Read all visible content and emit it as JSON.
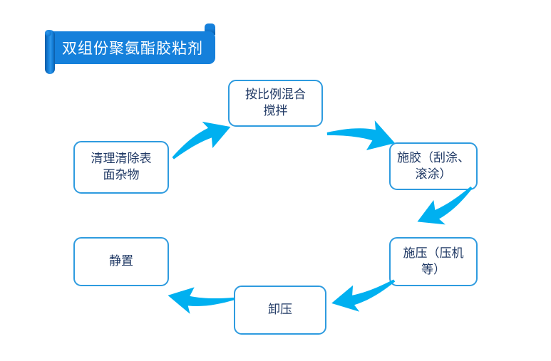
{
  "title_banner": {
    "label": "双组份聚氨酯胶粘剂"
  },
  "flow": {
    "nodes": [
      {
        "id": "mix",
        "label": "按比例混合\n搅拌"
      },
      {
        "id": "glue",
        "label": "施胶（刮涂、\n滚涂）"
      },
      {
        "id": "press",
        "label": "施压（压机\n等）"
      },
      {
        "id": "release",
        "label": "卸压"
      },
      {
        "id": "rest",
        "label": "静置"
      },
      {
        "id": "clean",
        "label": "清理清除表\n面杂物"
      }
    ],
    "arrows": [
      {
        "id": "clean-to-mix",
        "from": "清理清除表面杂物",
        "to": "按比例混合搅拌"
      },
      {
        "id": "mix-to-glue",
        "from": "按比例混合搅拌",
        "to": "施胶（刮涂、滚涂）"
      },
      {
        "id": "glue-to-press",
        "from": "施胶（刮涂、滚涂）",
        "to": "施压（压机等）"
      },
      {
        "id": "press-to-release",
        "from": "施压（压机等）",
        "to": "卸压"
      },
      {
        "id": "release-to-rest",
        "from": "卸压",
        "to": "静置"
      }
    ]
  },
  "colors": {
    "banner_blue": "#1580DB",
    "banner_dark": "#0D5CA6",
    "box_border": "#2E9BDF",
    "box_text": "#1F3864",
    "arrow": "#00B0F0",
    "background": "#FFFFFF",
    "banner_text": "#FFFFFF"
  }
}
